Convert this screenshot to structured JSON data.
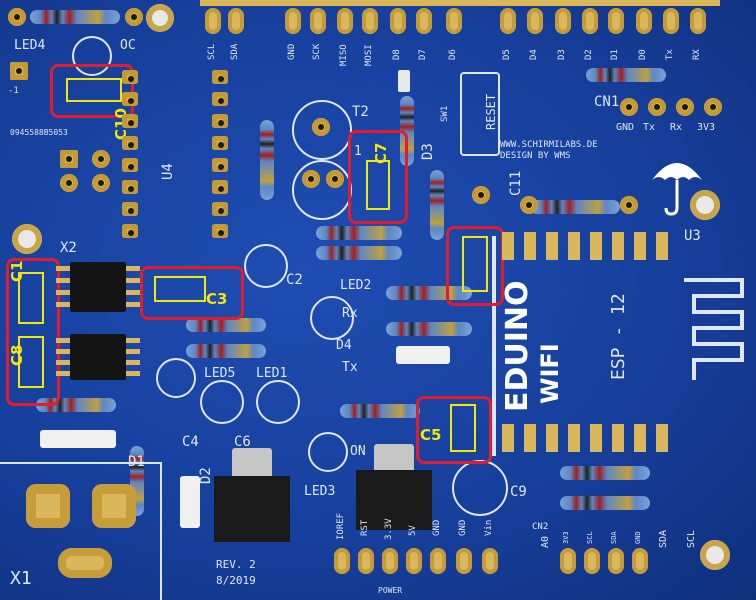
{
  "header_labels": [
    "SCL",
    "SDA",
    "GND",
    "SCK",
    "MISO",
    "MOSI",
    "D8",
    "D7",
    "D6",
    "D5",
    "D4",
    "D3",
    "D2",
    "D1",
    "D0",
    "Tx",
    "RX"
  ],
  "component_labels": {
    "led4": "LED4",
    "oc": "OC",
    "u4": "U4",
    "t2": "T2",
    "d3": "D3",
    "sw1": "SW1",
    "x2": "X2",
    "u3": "U3",
    "c2": "C2",
    "led2": "LED2",
    "rx": "Rx",
    "d4": "D4",
    "tx": "Tx",
    "led5": "LED5",
    "led1": "LED1",
    "c4": "C4",
    "c6": "C6",
    "d1": "D1",
    "d2": "D2",
    "on": "ON",
    "led3": "LED3",
    "c9": "C9",
    "x1": "X1",
    "cn1": "CN1",
    "cn2": "CN2",
    "c11": "C11",
    "reset": "RESET",
    "one": "1",
    "serial": "0945588B5053",
    "dash_one": "-1"
  },
  "highlighted_caps": [
    "C10",
    "C7",
    "C3",
    "C1",
    "C8",
    "C5"
  ],
  "cn1_pins": [
    "GND",
    "Tx",
    "Rx",
    "3V3"
  ],
  "power_pins": [
    "IOREF",
    "RST",
    "3.3V",
    "5V",
    "GND",
    "GND",
    "Vin"
  ],
  "power_label": "POWER",
  "analog_pins": [
    "A0",
    "SDA",
    "SCL"
  ],
  "analog_sub": [
    "3V3",
    "SCL",
    "SDA",
    "GND"
  ],
  "website": "WWW.SCHIRMILABS.DE",
  "designer": "DESIGN BY WMS",
  "brand": [
    "EDUINO",
    "WIFI"
  ],
  "module": "ESP - 12",
  "revision": "REV. 2",
  "date": "8/2019",
  "colors": {
    "board": "#17409d",
    "silk": "#dfe6f5",
    "gold": "#d9b75a",
    "highlight": "#e01c2e",
    "yellow": "#f3e60a"
  }
}
